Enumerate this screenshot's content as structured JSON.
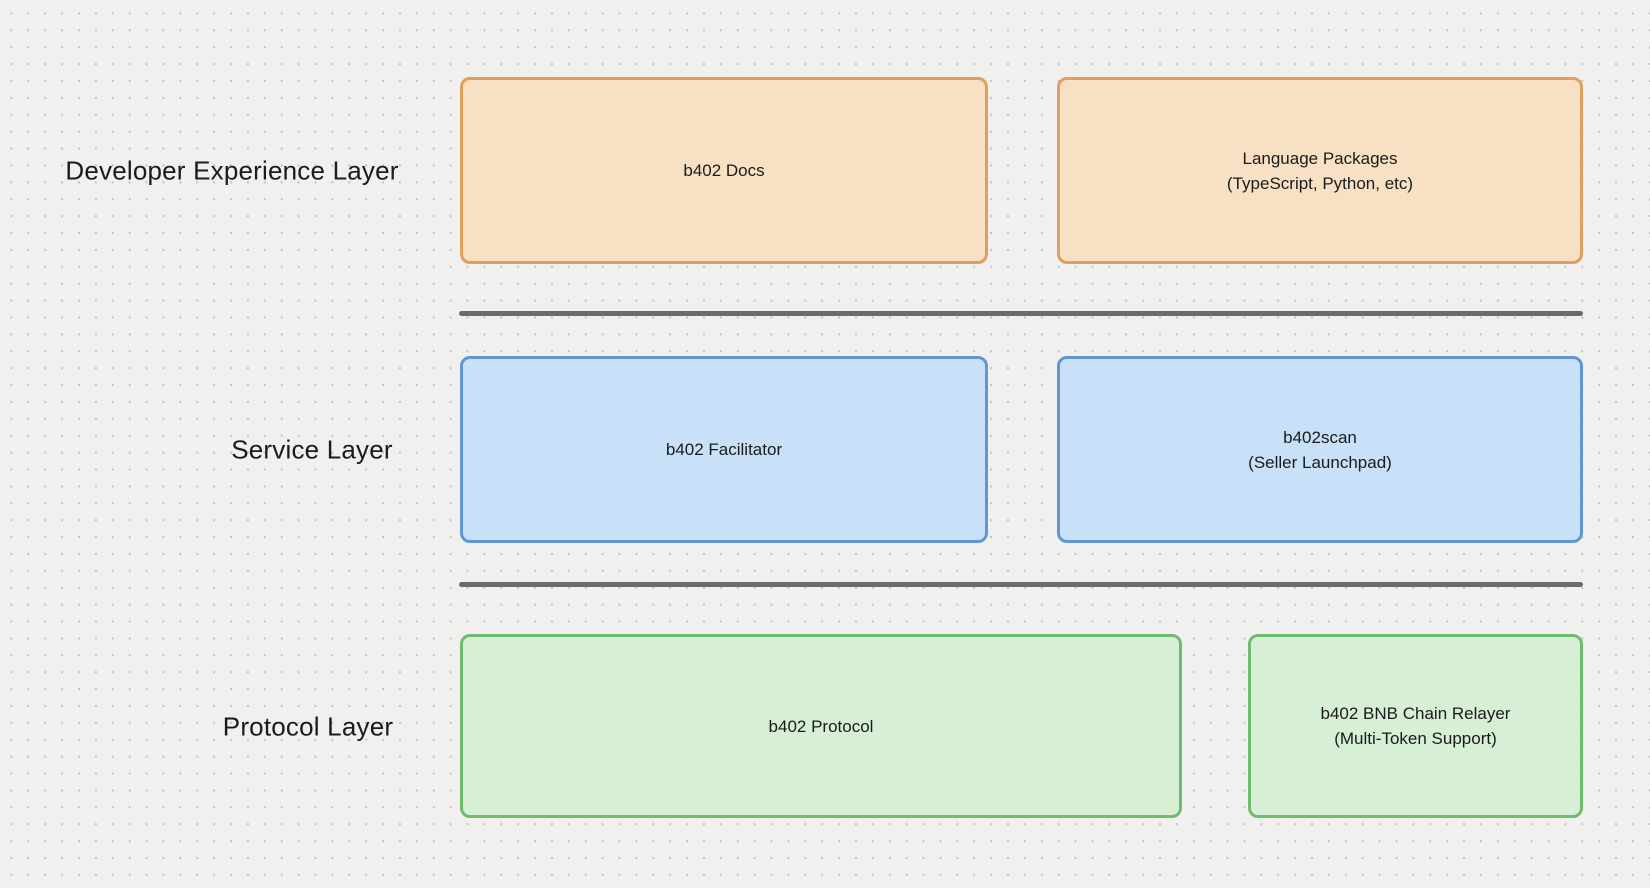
{
  "canvas": {
    "background": "#f1f0ee",
    "dot_color": "#c6c4c1",
    "text_color": "#1b1b1b"
  },
  "divider_color": "#6b6b6b",
  "layers": [
    {
      "label": "Developer Experience Layer",
      "color_theme": {
        "border": "#e09f5c",
        "fill": "#f8e0c4"
      },
      "boxes": [
        {
          "title": "b402 Docs",
          "subtitle": ""
        },
        {
          "title": "Language Packages",
          "subtitle": "(TypeScript, Python, etc)"
        }
      ]
    },
    {
      "label": "Service Layer",
      "color_theme": {
        "border": "#5e97d4",
        "fill": "#c9e1f8"
      },
      "boxes": [
        {
          "title": "b402 Facilitator",
          "subtitle": ""
        },
        {
          "title": "b402scan",
          "subtitle": "(Seller Launchpad)"
        }
      ]
    },
    {
      "label": "Protocol Layer",
      "color_theme": {
        "border": "#6fbc6f",
        "fill": "#d6efd5"
      },
      "boxes": [
        {
          "title": "b402 Protocol",
          "subtitle": ""
        },
        {
          "title": "b402 BNB Chain Relayer",
          "subtitle": "(Multi-Token Support)"
        }
      ]
    }
  ]
}
